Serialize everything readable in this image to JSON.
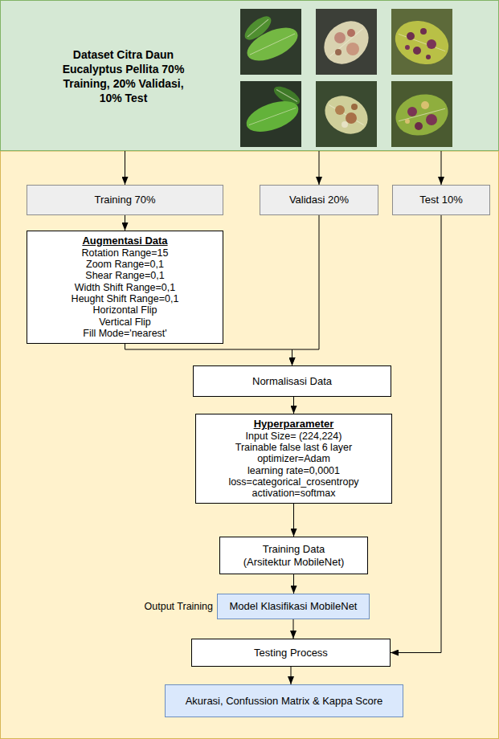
{
  "diagram": {
    "nodes": [
      {
        "text": [
          "Dataset Citra Daun Eucalyptus Pellita 70% Training, 20% Validasi, 10% Test"
        ]
      },
      {
        "text": [
          "Training 70%"
        ]
      },
      {
        "text": [
          "Validasi 20%"
        ]
      },
      {
        "text": [
          "Test 10%"
        ]
      },
      {
        "text": [
          "Augmentasi Data",
          "Rotation Range=15",
          "Zoom Range=0,1",
          "Shear Range=0,1",
          "Width Shift Range=0,1",
          "Heught Shift Range=0,1",
          "Horizontal Flip",
          "Vertical Flip",
          "Fill Mode='nearest'"
        ]
      },
      {
        "text": [
          "Normalisasi Data"
        ]
      },
      {
        "text": [
          "Hyperparameter",
          "Input Size= (224,224)",
          "Trainable false last 6 layer",
          "optimizer=Adam",
          "learning rate=0,0001",
          "loss=categorical_crosentropy",
          "activation=softmax"
        ]
      },
      {
        "text": [
          "Training Data (Arsitektur MobileNet)"
        ]
      },
      {
        "text": [
          "Model Klasifikasi MobileNet"
        ]
      },
      {
        "text": [
          "Testing Process"
        ]
      },
      {
        "text": [
          "Akurasi, Confussion Matrix & Kappa Score"
        ]
      }
    ],
    "edges": [
      {
        "from": 0,
        "to": 1,
        "arrow": "to"
      },
      {
        "from": 0,
        "to": 2,
        "arrow": "to"
      },
      {
        "from": 0,
        "to": 3,
        "arrow": "to"
      },
      {
        "from": 1,
        "to": 4,
        "arrow": "to"
      },
      {
        "from": 4,
        "to": 5,
        "arrow": "to"
      },
      {
        "from": 2,
        "to": 5,
        "arrow": "to"
      },
      {
        "from": 5,
        "to": 6,
        "arrow": "to"
      },
      {
        "from": 6,
        "to": 7,
        "arrow": "to"
      },
      {
        "from": 7,
        "to": 8,
        "arrow": "to"
      },
      {
        "from": 8,
        "to": 9,
        "arrow": "to"
      },
      {
        "from": 3,
        "to": 9,
        "arrow": "to"
      },
      {
        "from": 9,
        "to": 10,
        "arrow": "to"
      }
    ],
    "labels": [
      "Output Training"
    ]
  }
}
